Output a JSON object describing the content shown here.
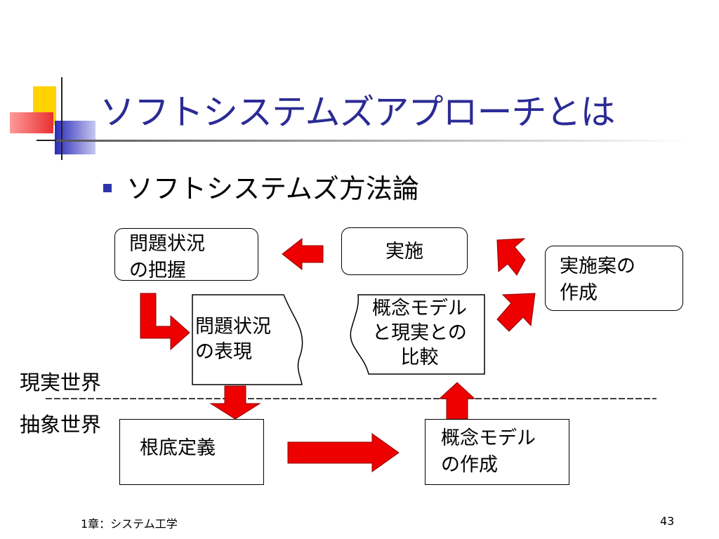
{
  "slide": {
    "title": "ソフトシステムズアプローチとは",
    "bullet": "ソフトシステムズ方法論"
  },
  "diagram": {
    "nodes": {
      "problem_grasp": [
        "問題状況",
        "の把握"
      ],
      "implementation": "実施",
      "impl_plan": [
        "実施案の",
        "作成"
      ],
      "problem_repr": [
        "問題状況",
        "の表現"
      ],
      "compare": [
        "概念モデル",
        "と現実との",
        "比較"
      ],
      "root_def": "根底定義",
      "concept_model": [
        "概念モデル",
        "の作成"
      ]
    },
    "worlds": {
      "real": "現実世界",
      "abstract": "抽象世界"
    }
  },
  "footer": {
    "chapter": "1章：システム工学",
    "page": "43"
  },
  "colors": {
    "title": "#2b2b95",
    "arrow_fill": "#ee0000",
    "arrow_stroke": "#8b0000",
    "logo_yellow": "#ffd200",
    "logo_blue": "#3c3cc8",
    "logo_red": "#f05a5a"
  }
}
